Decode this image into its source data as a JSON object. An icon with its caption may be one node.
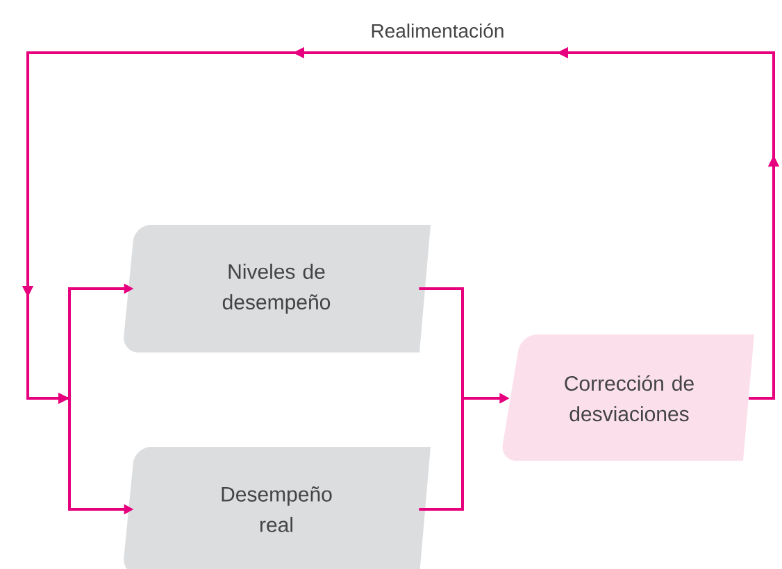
{
  "diagram": {
    "nodes": [
      {
        "text": [
          "Niveles de desempeño"
        ]
      },
      {
        "text": [
          "Desempeño real"
        ]
      },
      {
        "text": [
          "Corrección de desviaciones"
        ]
      }
    ],
    "edges": [
      {
        "from": 2,
        "to": 0,
        "arrow": "to",
        "label": "Realimentación"
      },
      {
        "from": 2,
        "to": 1,
        "arrow": "to"
      },
      {
        "from": 0,
        "to": 2,
        "arrow": "to"
      },
      {
        "from": 1,
        "to": 2,
        "arrow": "to"
      }
    ]
  }
}
